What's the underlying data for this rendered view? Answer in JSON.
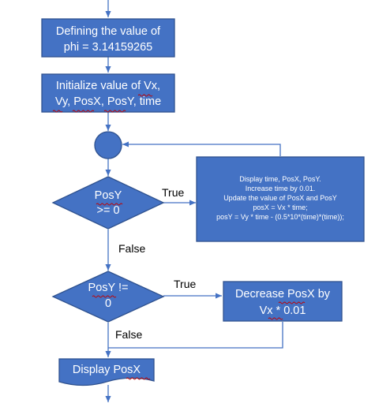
{
  "colors": {
    "shape_fill": "#4472C4",
    "shape_stroke": "#2F528F",
    "connector": "#4472C4",
    "label_text": "#000000",
    "shape_text": "#ffffff",
    "spell_squiggle": "#c00000"
  },
  "nodes": {
    "define_phi": {
      "line1": "Defining the value of",
      "line2": "phi = 3.14159265"
    },
    "init_values": {
      "line1": "Initialize value of  Vx,",
      "line2": "Vy, PosX, PosY, time"
    },
    "check_posy_ge": {
      "line1": "PosY",
      "line2": ">= 0"
    },
    "loop_body": {
      "line1": "Display time, PosX, PosY.",
      "line2": "Increase time by 0.01.",
      "line3": "Update the value of PosX and PosY",
      "line4": "posX = Vx * time;",
      "line5": "posY = Vy * time - (0.5*10*(time)*(time));"
    },
    "check_posy_ne": {
      "line1": "PosY !=",
      "line2": "0"
    },
    "decrease_posx": {
      "line1": "Decrease PosX by",
      "line2": "Vx * 0.01"
    },
    "display_posx": {
      "line1": "Display PosX"
    }
  },
  "edge_labels": {
    "true_1": "True",
    "false_1": "False",
    "true_2": "True",
    "false_2": "False"
  }
}
